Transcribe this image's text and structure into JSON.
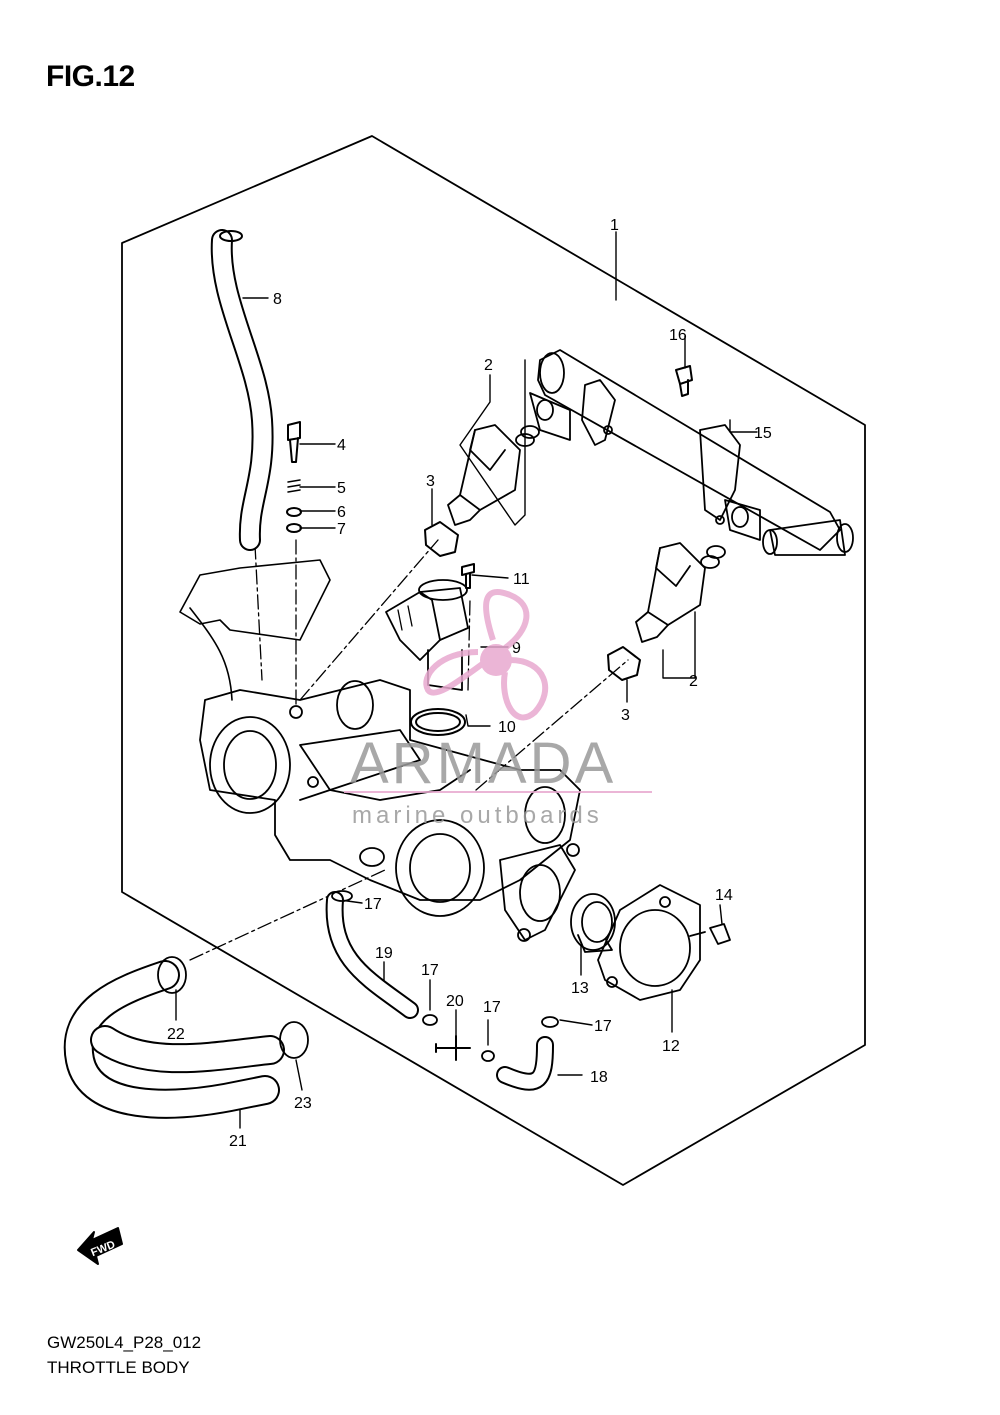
{
  "figure": {
    "title": "FIG.12",
    "code": "GW250L4_P28_012",
    "caption": "THROTTLE BODY"
  },
  "watermark": {
    "brand": "ARMADA",
    "tagline": "marine outboards",
    "color": "#e8a9cf"
  },
  "fwd_badge": "FWD",
  "callouts": [
    "1",
    "2",
    "2",
    "3",
    "3",
    "4",
    "5",
    "6",
    "7",
    "8",
    "9",
    "10",
    "11",
    "12",
    "13",
    "14",
    "15",
    "16",
    "17",
    "17",
    "17",
    "17",
    "18",
    "19",
    "20",
    "21",
    "22",
    "23"
  ]
}
